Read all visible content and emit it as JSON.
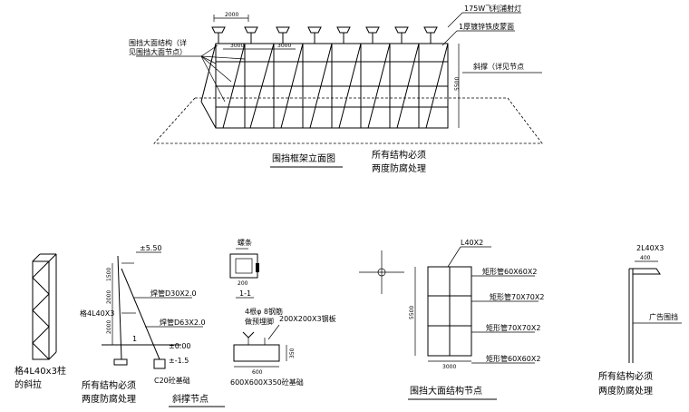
{
  "top": {
    "dim_top": "2000",
    "dim_a": "3000",
    "dim_b": "3000",
    "dim_h": "5500",
    "lamp": "175W飞利浦射灯",
    "skin": "1厚镀锌铁皮蒙面",
    "ref_facade_1": "围挡大面结构（详",
    "ref_facade_2": "见围挡大面节点）",
    "brace": "斜撑（详见节点",
    "title": "围挡框架立面图",
    "note_1": "所有结构必须",
    "note_2": "两度防腐处理"
  },
  "col": {
    "label_1": "格4L40x3柱",
    "label_2": "的斜拉"
  },
  "brace": {
    "elev_top": "±5.50",
    "pipe_1": "焊管D30X2.0",
    "pipe_2": "焊管D63X2.0",
    "angle": "格4L40X3",
    "elev_0": "±0.00",
    "elev_m": "±-1.5",
    "base": "C20砼基础",
    "dims": [
      "1500",
      "2000",
      "2000"
    ],
    "mark": "1",
    "title": "斜撑节点",
    "note_1": "所有结构必须",
    "note_2": "两度防腐处理"
  },
  "sect": {
    "label": "螺条",
    "dim": "200",
    "cut": "1-1"
  },
  "found": {
    "rebar_1": "4根φ 8钢筋",
    "rebar_2": "做预埋脚",
    "plate": "200X200X3钢板",
    "dim_w": "600",
    "dim_h": "350",
    "base": "600X600X350砼基础"
  },
  "panel": {
    "top": "L40X2",
    "tube_1": "矩形管60X60X2",
    "tube_2": "矩形管70X70X2",
    "tube_3": "矩形管70X70X2",
    "tube_4": "矩形管60X60X2",
    "dim_h": "5500",
    "dim_w": "3000",
    "title": "围挡大面结构节点"
  },
  "ad": {
    "angle": "2L40X3",
    "dim": "400",
    "board": "广告围挡",
    "note_1": "所有结构必须",
    "note_2": "两度防腐处理"
  }
}
